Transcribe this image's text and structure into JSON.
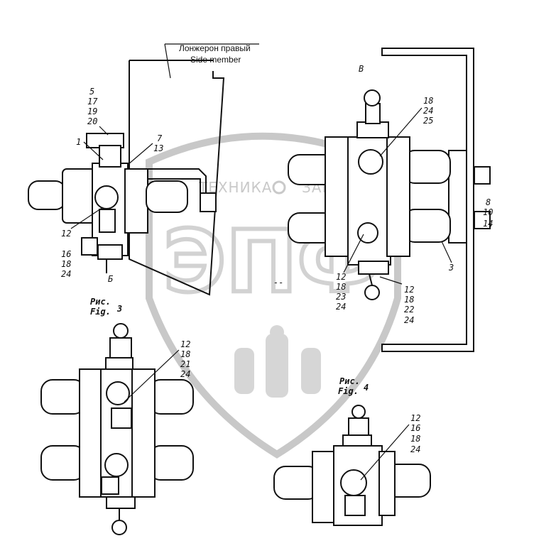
{
  "watermark": {
    "text_left": "ТЕХНИКА",
    "text_right": "ЗАПЧАСТИ",
    "logo_letters": "ЭПФ"
  },
  "side_member": {
    "label_ru": "Лонжерон правый",
    "label_en": "Side member"
  },
  "view_labels": {
    "view_b_cyr": "Б",
    "view_v": "В"
  },
  "fig3": {
    "caption_ru": "Рис.",
    "caption_en": "Fig.",
    "number": "3"
  },
  "fig4": {
    "caption_ru": "Рис.",
    "caption_en": "Fig.",
    "number": "4"
  },
  "callouts": {
    "main_top": [
      "5",
      "17",
      "19",
      "20"
    ],
    "main_one": "1",
    "main_right": [
      "7",
      "13"
    ],
    "main_bottom": [
      "12",
      "16",
      "18",
      "24"
    ],
    "viewv_top": [
      "18",
      "24",
      "25"
    ],
    "viewv_right": [
      "8",
      "10",
      "14"
    ],
    "viewv_three": "3",
    "viewv_bottom_left": [
      "12",
      "18",
      "23",
      "24"
    ],
    "viewv_bottom_right": [
      "12",
      "18",
      "22",
      "24"
    ],
    "fig3_callout": [
      "12",
      "18",
      "21",
      "24"
    ],
    "fig4_callout": [
      "12",
      "16",
      "18",
      "24"
    ]
  },
  "dash_mark": "--"
}
